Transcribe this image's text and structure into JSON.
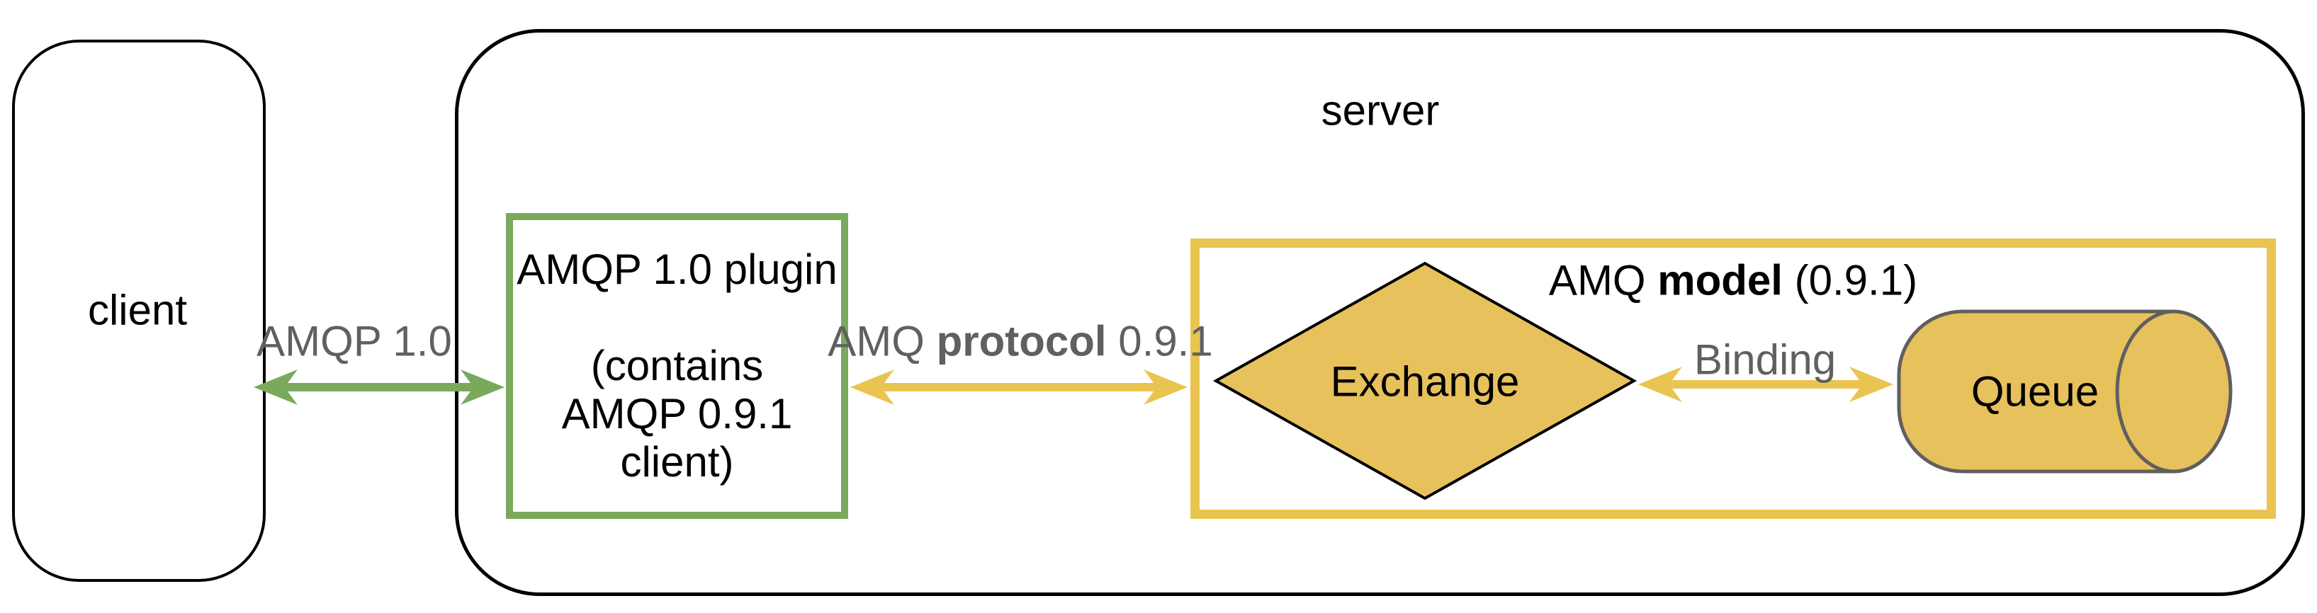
{
  "diagram": {
    "client": {
      "label": "client"
    },
    "server": {
      "label": "server"
    },
    "plugin": {
      "title": "AMQP 1.0 plugin",
      "subtitle": "(contains\nAMQP 0.9.1\nclient)"
    },
    "model": {
      "title_prefix": "AMQ",
      "title_bold": "model",
      "title_suffix": "(0.9.1)"
    },
    "exchange": {
      "label": "Exchange"
    },
    "queue": {
      "label": "Queue"
    },
    "connections": {
      "client_plugin": {
        "label": "AMQP 1.0",
        "style": "green-double-arrow"
      },
      "plugin_model": {
        "prefix": "AMQ",
        "bold": "protocol",
        "suffix": "0.9.1",
        "style": "yellow-double-arrow"
      },
      "exchange_queue": {
        "label": "Binding",
        "style": "yellow-double-arrow"
      }
    },
    "colors": {
      "green_accent": "#7AA95C",
      "yellow_accent": "#E9C450",
      "gold_fill": "#E7C15C",
      "grey_text": "#606060",
      "queue_outline": "#5F5F5F",
      "box_outline": "#000000",
      "background": "#FFFFFF"
    }
  }
}
